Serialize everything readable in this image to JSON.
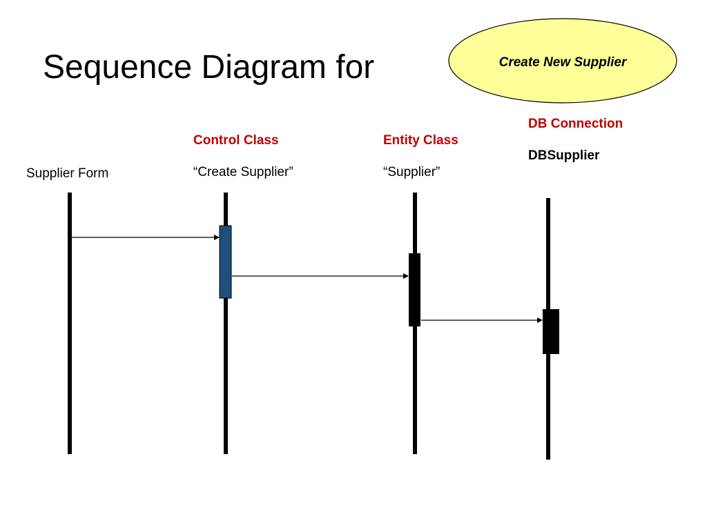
{
  "title": "Sequence Diagram for",
  "use_case": {
    "label": "Create New Supplier",
    "fill": "#ffff99"
  },
  "lifelines": [
    {
      "stereotype": "",
      "name": "Supplier Form"
    },
    {
      "stereotype": "Control Class",
      "name": "“Create Supplier”"
    },
    {
      "stereotype": "Entity Class",
      "name": "“Supplier”"
    },
    {
      "stereotype": "DB Connection",
      "name": "DBSupplier"
    }
  ],
  "colors": {
    "stereotype": "#c00000",
    "control_activation": "#1f4e79"
  }
}
